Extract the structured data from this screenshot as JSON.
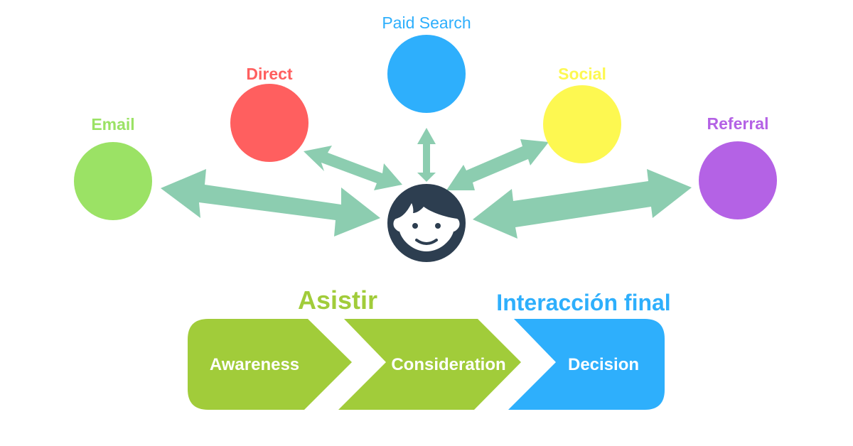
{
  "channels": [
    {
      "id": "email",
      "label": "Email",
      "color": "#9be265",
      "bold": true
    },
    {
      "id": "direct",
      "label": "Direct",
      "color": "#ff5f5f",
      "bold": true
    },
    {
      "id": "paid-search",
      "label": "Paid Search",
      "color": "#2eaffc",
      "bold": false
    },
    {
      "id": "social",
      "label": "Social",
      "color": "#fdf851",
      "bold": true
    },
    {
      "id": "referral",
      "label": "Referral",
      "color": "#b462e5",
      "bold": true
    }
  ],
  "arrow_color": "#8ccdb0",
  "user_icon": {
    "name": "user-face-icon",
    "color": "#2d3e50"
  },
  "funnel": {
    "assist_label": "Asistir",
    "assist_color": "#a1cc3a",
    "final_label": "Interacción final",
    "final_color": "#2eaffc",
    "stages": [
      {
        "label": "Awareness",
        "color": "#a1cc3a"
      },
      {
        "label": "Consideration",
        "color": "#a1cc3a"
      },
      {
        "label": "Decision",
        "color": "#2eaffc"
      }
    ]
  }
}
